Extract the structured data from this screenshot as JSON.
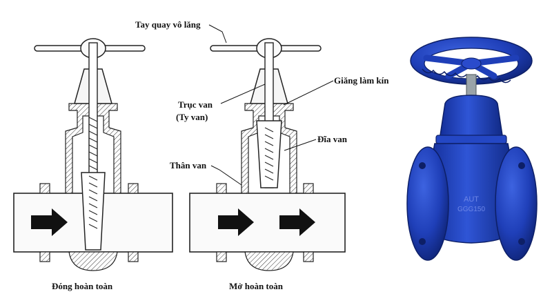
{
  "labels": {
    "handwheel": "Tay quay vô lăng",
    "seal": "Giăng làm kín",
    "stem_line1": "Trục van",
    "stem_line2": "(Ty van)",
    "disc": "Đĩa van",
    "body": "Thân van"
  },
  "captions": {
    "closed": "Đóng hoàn toàn",
    "open": "Mở hoàn toàn"
  },
  "photo": {
    "body_text_1": "AUT",
    "body_text_2": "GGG150"
  },
  "colors": {
    "valve_blue": "#1f3fb8",
    "arrow": "#111111"
  }
}
